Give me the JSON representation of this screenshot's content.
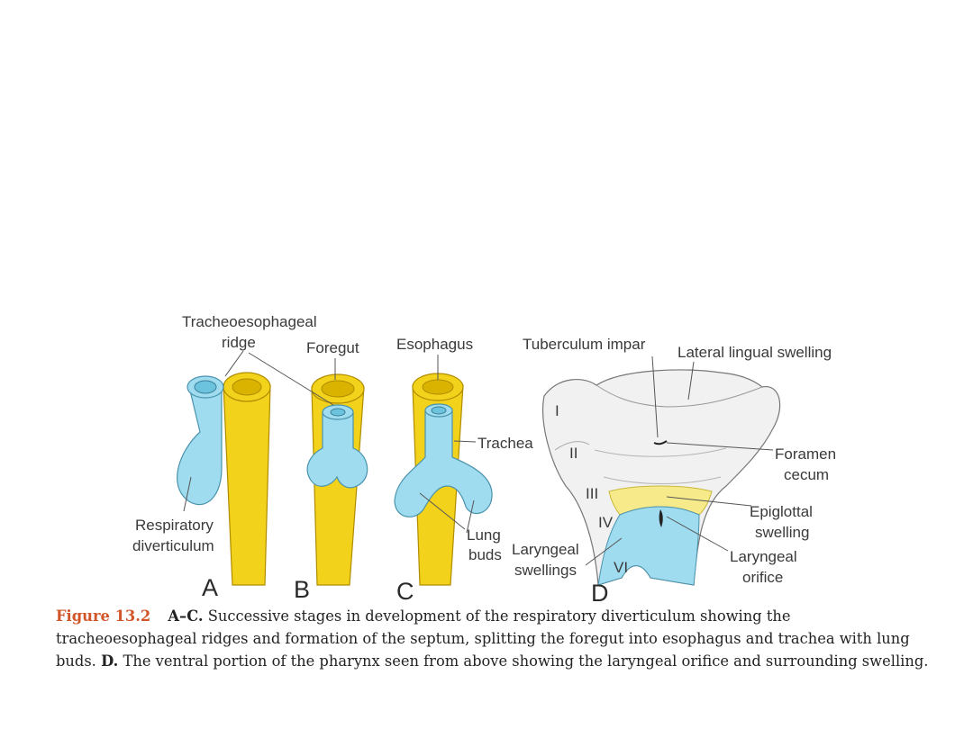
{
  "labels": {
    "tracheo_line1": "Tracheoesophageal",
    "tracheo_line2": "ridge",
    "foregut": "Foregut",
    "esophagus": "Esophagus",
    "tuberculum": "Tuberculum impar",
    "lateral_lingual": "Lateral lingual swelling",
    "trachea": "Trachea",
    "foramen_line1": "Foramen",
    "foramen_line2": "cecum",
    "resp_line1": "Respiratory",
    "resp_line2": "diverticulum",
    "lung_line1": "Lung",
    "lung_line2": "buds",
    "laryngeal_sw_line1": "Laryngeal",
    "laryngeal_sw_line2": "swellings",
    "epiglottal_line1": "Epiglottal",
    "epiglottal_line2": "swelling",
    "laryngeal_or_line1": "Laryngeal",
    "laryngeal_or_line2": "orifice",
    "arch_I": "I",
    "arch_II": "II",
    "arch_III": "III",
    "arch_IV": "IV",
    "arch_VI": "VI"
  },
  "panels": {
    "a": "A",
    "b": "B",
    "c": "C",
    "d": "D"
  },
  "caption": {
    "figure_number": "Figure 13.2",
    "ac_label": "A–C.",
    "ac_text": "Successive stages in development of the respiratory diverticulum showing the tracheoesophageal ridges and formation of the septum, splitting the foregut into esophagus and trachea with lung buds.",
    "d_label": "D.",
    "d_text": "The ventral portion of the pharynx seen from above showing the laryngeal orifice and surrounding swelling."
  },
  "colors": {
    "foregut_yellow": "#f2d21a",
    "respiratory_blue": "#9fdcef",
    "figure_number_red": "#d2552a"
  }
}
